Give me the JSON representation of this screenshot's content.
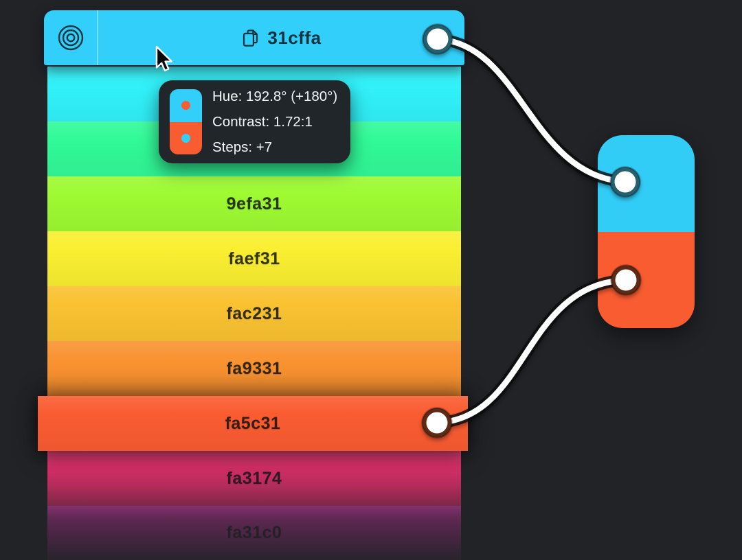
{
  "palette_node": {
    "title": "31cffa",
    "header_color": "#31cffa",
    "rows": [
      {
        "label": "",
        "color": "#31f2fa"
      },
      {
        "label": "",
        "color": "#31fa98"
      },
      {
        "label": "9efa31",
        "color": "#9efa31"
      },
      {
        "label": "faef31",
        "color": "#faef31"
      },
      {
        "label": "fac231",
        "color": "#fac231"
      },
      {
        "label": "fa9331",
        "color": "#fa9331"
      },
      {
        "label": "fa5c31",
        "color": "#fa5c31"
      },
      {
        "label": "fa3174",
        "color": "#fa3174"
      },
      {
        "label": "fa31c0",
        "color": "#fa31c0"
      }
    ],
    "highlighted_row_label": "fa5c31"
  },
  "tooltip": {
    "hue_line": "Hue: 192.8° (+180°)",
    "contrast_line": "Contrast: 1.72:1",
    "steps_line": "Steps: +7",
    "swatch_top_color": "#31cffa",
    "swatch_top_ring": "#fa5c31",
    "swatch_bottom_color": "#fa5c31",
    "swatch_bottom_ring": "#31cffa"
  },
  "output_pill": {
    "top_color": "#32cdf7",
    "bottom_color": "#f95c31"
  },
  "theme": {
    "background": "#212327",
    "header_ink": "#113340",
    "port_ring_teal": "#25606f",
    "port_ring_rust": "#5e2a16",
    "port_fill": "#ffffff",
    "wire_color": "#ffffff"
  }
}
